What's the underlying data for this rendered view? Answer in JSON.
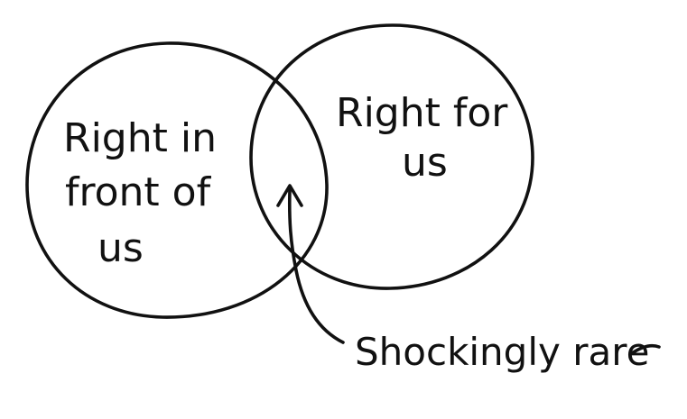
{
  "diagram": {
    "type": "venn",
    "left_circle": {
      "label_lines": [
        "Right in",
        "front of",
        "us"
      ]
    },
    "right_circle": {
      "label_lines": [
        "Right for",
        "us"
      ]
    },
    "intersection_annotation": "Shockingly rare",
    "ink_color": "#111111",
    "background_color": "#ffffff"
  }
}
